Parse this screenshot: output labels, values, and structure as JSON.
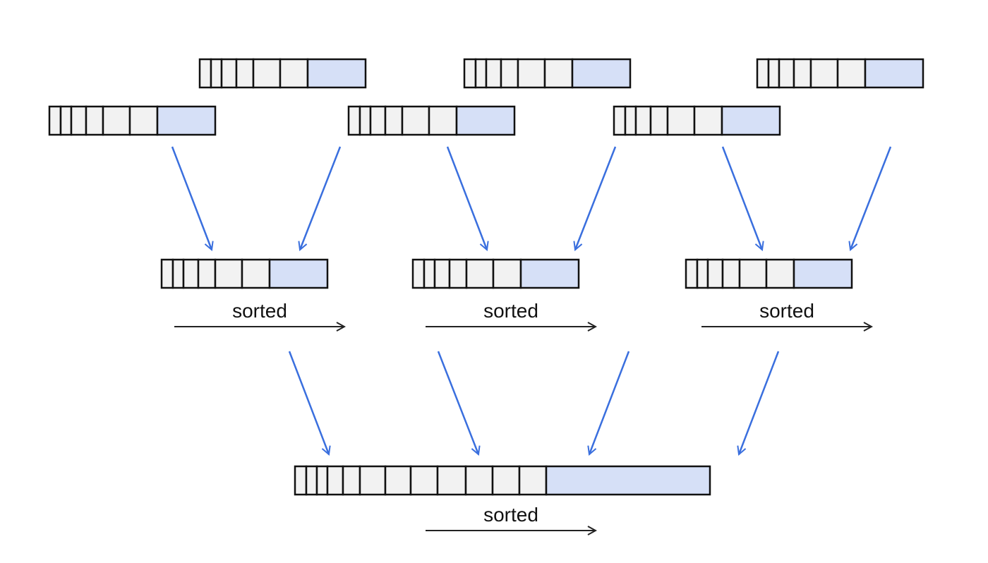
{
  "diagram": {
    "label_middle_1": "sorted",
    "label_middle_2": "sorted",
    "label_middle_3": "sorted",
    "label_bottom": "sorted"
  },
  "colors": {
    "cell_fill": "#f2f2f2",
    "highlight_fill": "#d6e0f7",
    "border": "#111111",
    "merge_arrow": "#3a6fde",
    "sorted_arrow": "#222222"
  }
}
